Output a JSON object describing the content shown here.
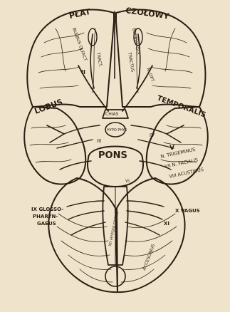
{
  "labels": {
    "lobe_left": "PŁAT",
    "lobe_right": "CZOŁOWY",
    "bulbus_left": "BULBUS OLFACT",
    "bulbus_right": "BULBUS OLF.",
    "tract_left": "TRACT.",
    "tract_right": "TRACTUS",
    "nerve_II": "II",
    "nerve_opt": "N. OPT.",
    "lobus": "LOBUS",
    "temporalis": "TEMPORALIS",
    "chiasma": "CHIAS",
    "hypophysis": "HYPO PHYS",
    "nerve_III": "III",
    "nerve_IV": "IV",
    "nerve_VI": "VI",
    "nerve_V": "V",
    "pons": "PONS",
    "trigeminus": "N. TRIGEMINUS",
    "facialis": "VII N. FACIALIS",
    "acusticus": "VIII ACUSTICUS",
    "glosso": "IX GLOSSO-",
    "pharyn": "PHARYN-",
    "gaeus": "GAEUS",
    "vagus": "X VAGUS",
    "xi": "XI",
    "hypoglossus": "XII HYPOGLOSSUS",
    "accessorius": "ACCESORIUS"
  },
  "colors": {
    "paper": "#efe4cb",
    "ink": "#2a1d12"
  }
}
